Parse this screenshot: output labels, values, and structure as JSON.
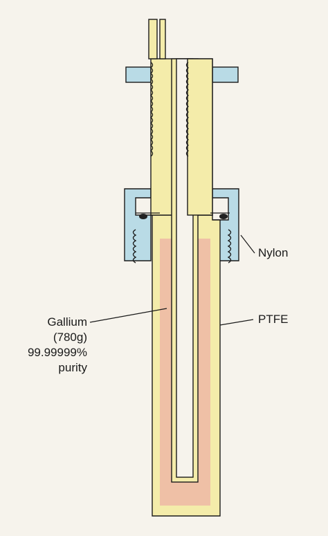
{
  "labels": {
    "nylon": "Nylon",
    "ptfe": "PTFE",
    "gallium": {
      "line1": "Gallium",
      "line2": "(780g)",
      "line3": "99.99999%",
      "line4": "purity"
    }
  },
  "colors": {
    "background": "#f6f3ec",
    "ptfe_fill": "#f4ecaa",
    "nylon_fill": "#b9dbe6",
    "gallium_fill": "#efc0a6",
    "outline": "#1a1a1a"
  }
}
